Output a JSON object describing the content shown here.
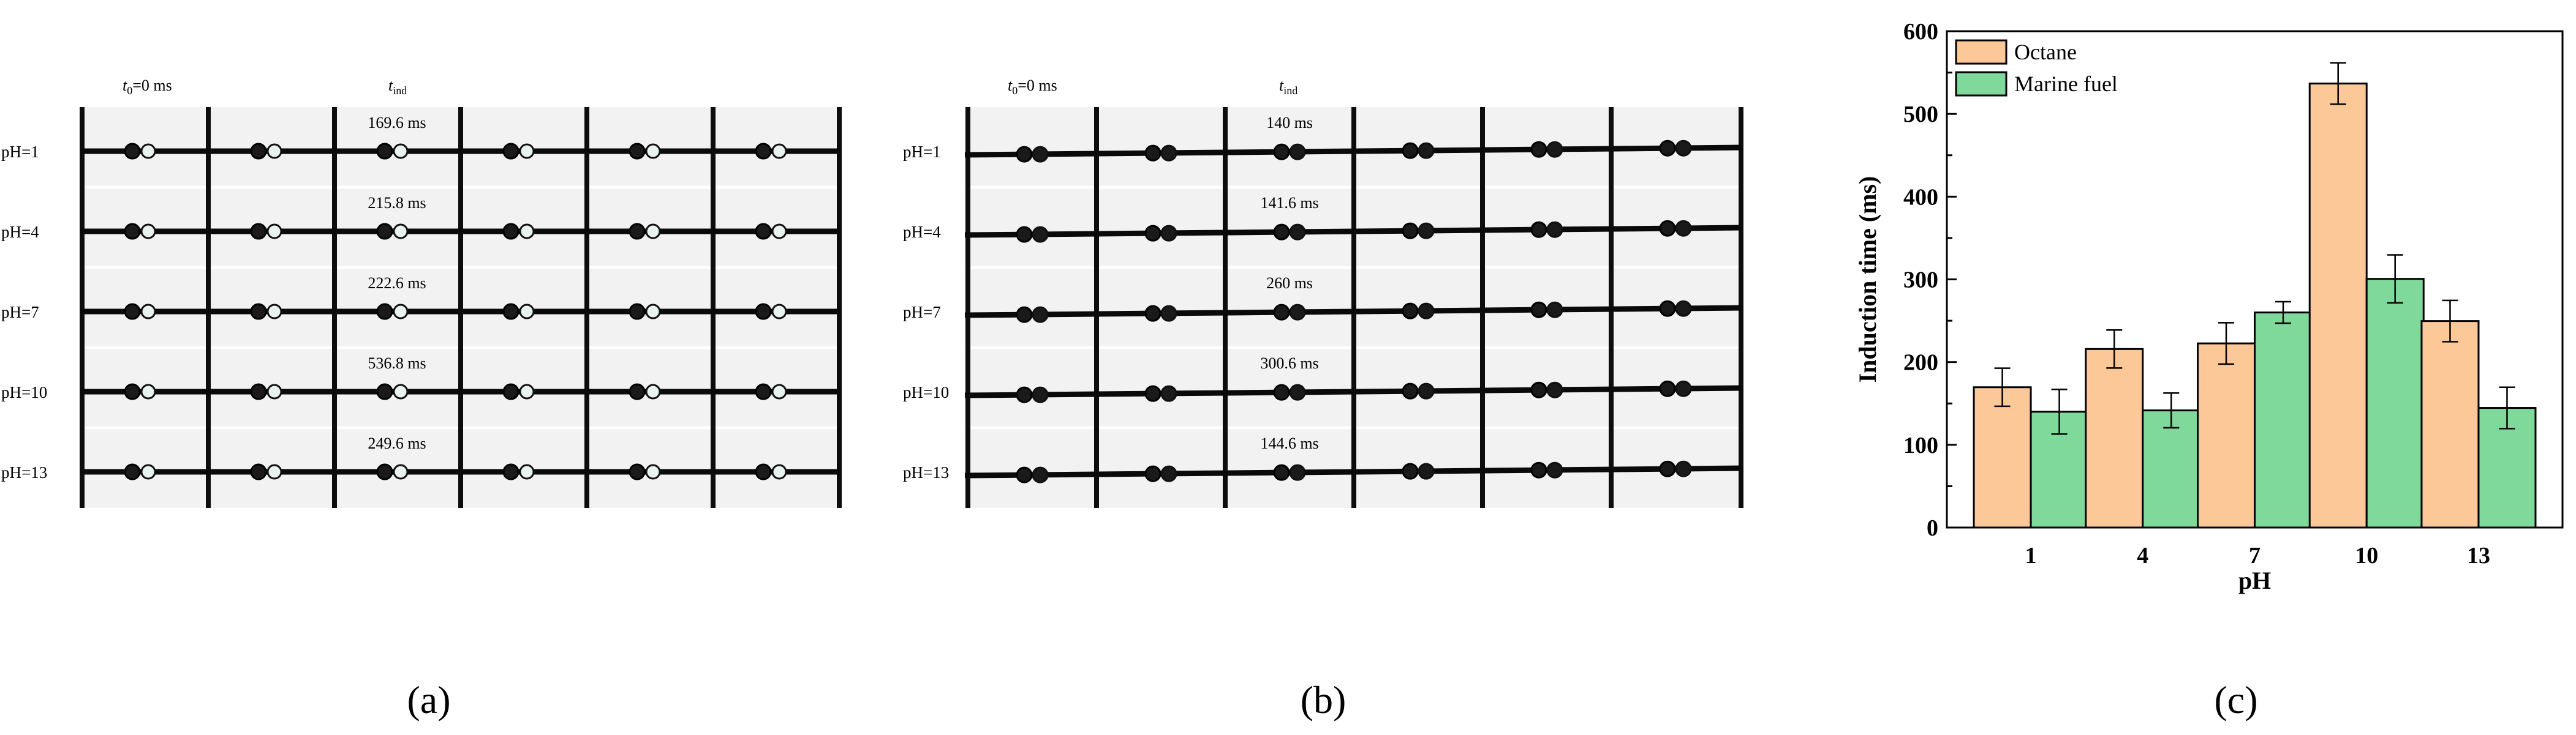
{
  "panel_a": {
    "label": "(a)",
    "header": {
      "t0": "0",
      "t0_text": "=0 ms",
      "tind_sub": "ind"
    },
    "rows": [
      {
        "ph": "pH=1",
        "time": "169.6 ms"
      },
      {
        "ph": "pH=4",
        "time": "215.8 ms"
      },
      {
        "ph": "pH=7",
        "time": "222.6 ms"
      },
      {
        "ph": "pH=10",
        "time": "536.8 ms"
      },
      {
        "ph": "pH=13",
        "time": "249.6 ms"
      }
    ]
  },
  "panel_b": {
    "label": "(b)",
    "header": {
      "t0": "0",
      "t0_text": "=0 ms",
      "tind_sub": "ind"
    },
    "rows": [
      {
        "ph": "pH=1",
        "time": "140 ms"
      },
      {
        "ph": "pH=4",
        "time": "141.6 ms"
      },
      {
        "ph": "pH=7",
        "time": "260 ms"
      },
      {
        "ph": "pH=10",
        "time": "300.6 ms"
      },
      {
        "ph": "pH=13",
        "time": "144.6 ms"
      }
    ]
  },
  "panel_c": {
    "label": "(c)"
  },
  "chart_data": {
    "type": "bar",
    "title": "",
    "xlabel": "pH",
    "ylabel": "Induction time (ms)",
    "categories": [
      "1",
      "4",
      "7",
      "10",
      "13"
    ],
    "ylim": [
      0,
      600
    ],
    "yticks": [
      0,
      100,
      200,
      300,
      400,
      500,
      600
    ],
    "legend_position": "top-left",
    "grid": false,
    "series": [
      {
        "name": "Octane",
        "color": "#FDC898",
        "values": [
          169.6,
          215.8,
          222.6,
          536.8,
          249.6
        ],
        "errors": [
          23,
          23,
          25,
          25,
          25
        ]
      },
      {
        "name": "Marine fuel",
        "color": "#7FD99A",
        "values": [
          140,
          141.6,
          260,
          300.6,
          144.6
        ],
        "errors": [
          27,
          21,
          13,
          29,
          25
        ]
      }
    ]
  }
}
